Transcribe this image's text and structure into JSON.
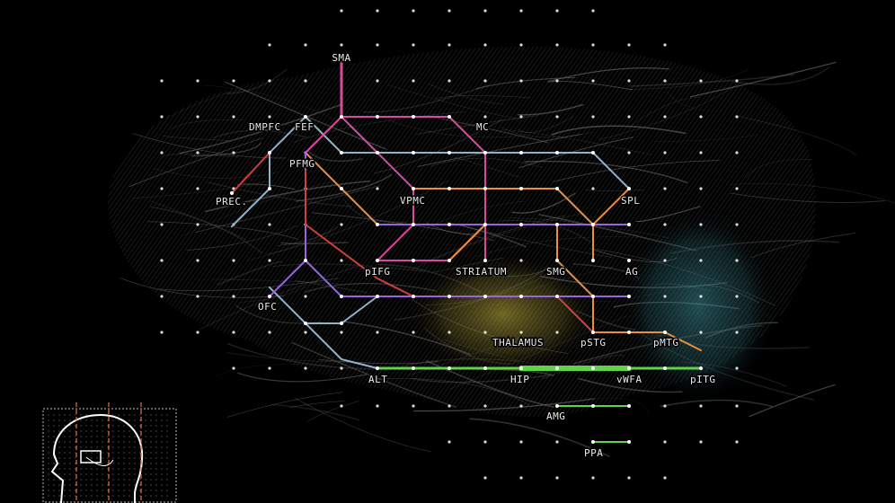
{
  "regions": [
    {
      "id": "sma",
      "label": "SMA"
    },
    {
      "id": "dmpfc",
      "label": "DMPFC"
    },
    {
      "id": "fef",
      "label": "FEF"
    },
    {
      "id": "mc",
      "label": "MC"
    },
    {
      "id": "pfmg",
      "label": "PFMG"
    },
    {
      "id": "prec",
      "label": "PREC."
    },
    {
      "id": "vpmc",
      "label": "VPMC"
    },
    {
      "id": "spl",
      "label": "SPL"
    },
    {
      "id": "pifg",
      "label": "pIFG"
    },
    {
      "id": "striatum",
      "label": "STRIATUM"
    },
    {
      "id": "smg",
      "label": "SMG"
    },
    {
      "id": "ag",
      "label": "AG"
    },
    {
      "id": "ofc",
      "label": "OFC"
    },
    {
      "id": "thalamus",
      "label": "THALAMUS"
    },
    {
      "id": "pstg",
      "label": "pSTG"
    },
    {
      "id": "pmtg",
      "label": "pMTG"
    },
    {
      "id": "alt",
      "label": "ALT"
    },
    {
      "id": "hip",
      "label": "HIP"
    },
    {
      "id": "vwfa",
      "label": "vWFA"
    },
    {
      "id": "pitg",
      "label": "pITG"
    },
    {
      "id": "amg",
      "label": "AMG"
    },
    {
      "id": "ppa",
      "label": "PPA"
    }
  ],
  "colors": {
    "background": "#000000",
    "grid_dot": "#ffffff",
    "fiber": "#bdbdbd",
    "pink": "#d94a9e",
    "light_blue": "#8fb3c9",
    "orange": "#e8903a",
    "purple": "#9a63e0",
    "red": "#d2403a",
    "green": "#5fd14a",
    "yellow_glow": "#b8a83a",
    "teal_glow": "#2f6f78"
  },
  "inset": {
    "icon": "head-profile-icon"
  }
}
